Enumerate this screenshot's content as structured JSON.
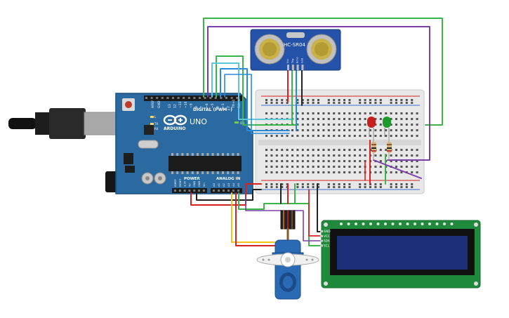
{
  "sensor": {
    "label": "HC-SR04",
    "pins": [
      "Vcc",
      "Trig",
      "Echo",
      "Gnd"
    ]
  },
  "arduino": {
    "logo_text": "ARDUINO",
    "model": "UNO",
    "digital_label": "DIGITAL (PWM~)",
    "power_label": "POWER",
    "analog_label": "ANALOG IN",
    "on_label": "ON",
    "tx_label": "TX",
    "rx_label": "RX",
    "l_label": "L",
    "aref_label": "AREF",
    "gnd_label": "GND",
    "digital_pins": [
      "13",
      "12",
      "~11",
      "~10",
      "~9",
      "8",
      "7",
      "~6",
      "~5",
      "4",
      "~3",
      "2",
      "TX→1",
      "RX←0"
    ],
    "power_pins": [
      "IOREF",
      "RESET",
      "3.3V",
      "5V",
      "GND",
      "GND",
      "Vin"
    ],
    "analog_pins": [
      "A0",
      "A1",
      "A2",
      "A3",
      "A4",
      "A5"
    ]
  },
  "lcd": {
    "pins": [
      "GND",
      "VCC",
      "SDA",
      "SCL"
    ]
  },
  "colors": {
    "board": "#2a6aa1",
    "board_dark": "#1d4f7c",
    "sensor_body": "#2352a8",
    "breadboard": "#e9e9e9",
    "lcd_pcb": "#1f8a3c",
    "lcd_screen": "#1e2f7a",
    "servo": "#2a6ab5",
    "wire_green": "#3bb54a",
    "wire_purple": "#7a3fa8",
    "wire_blue": "#2a8ad8",
    "wire_red": "#d8211f",
    "wire_black": "#222222",
    "wire_yellow": "#f2c31b",
    "wire_orange": "#e87a1a",
    "led_red": "#c81e1e",
    "led_green": "#1f9a2c"
  }
}
